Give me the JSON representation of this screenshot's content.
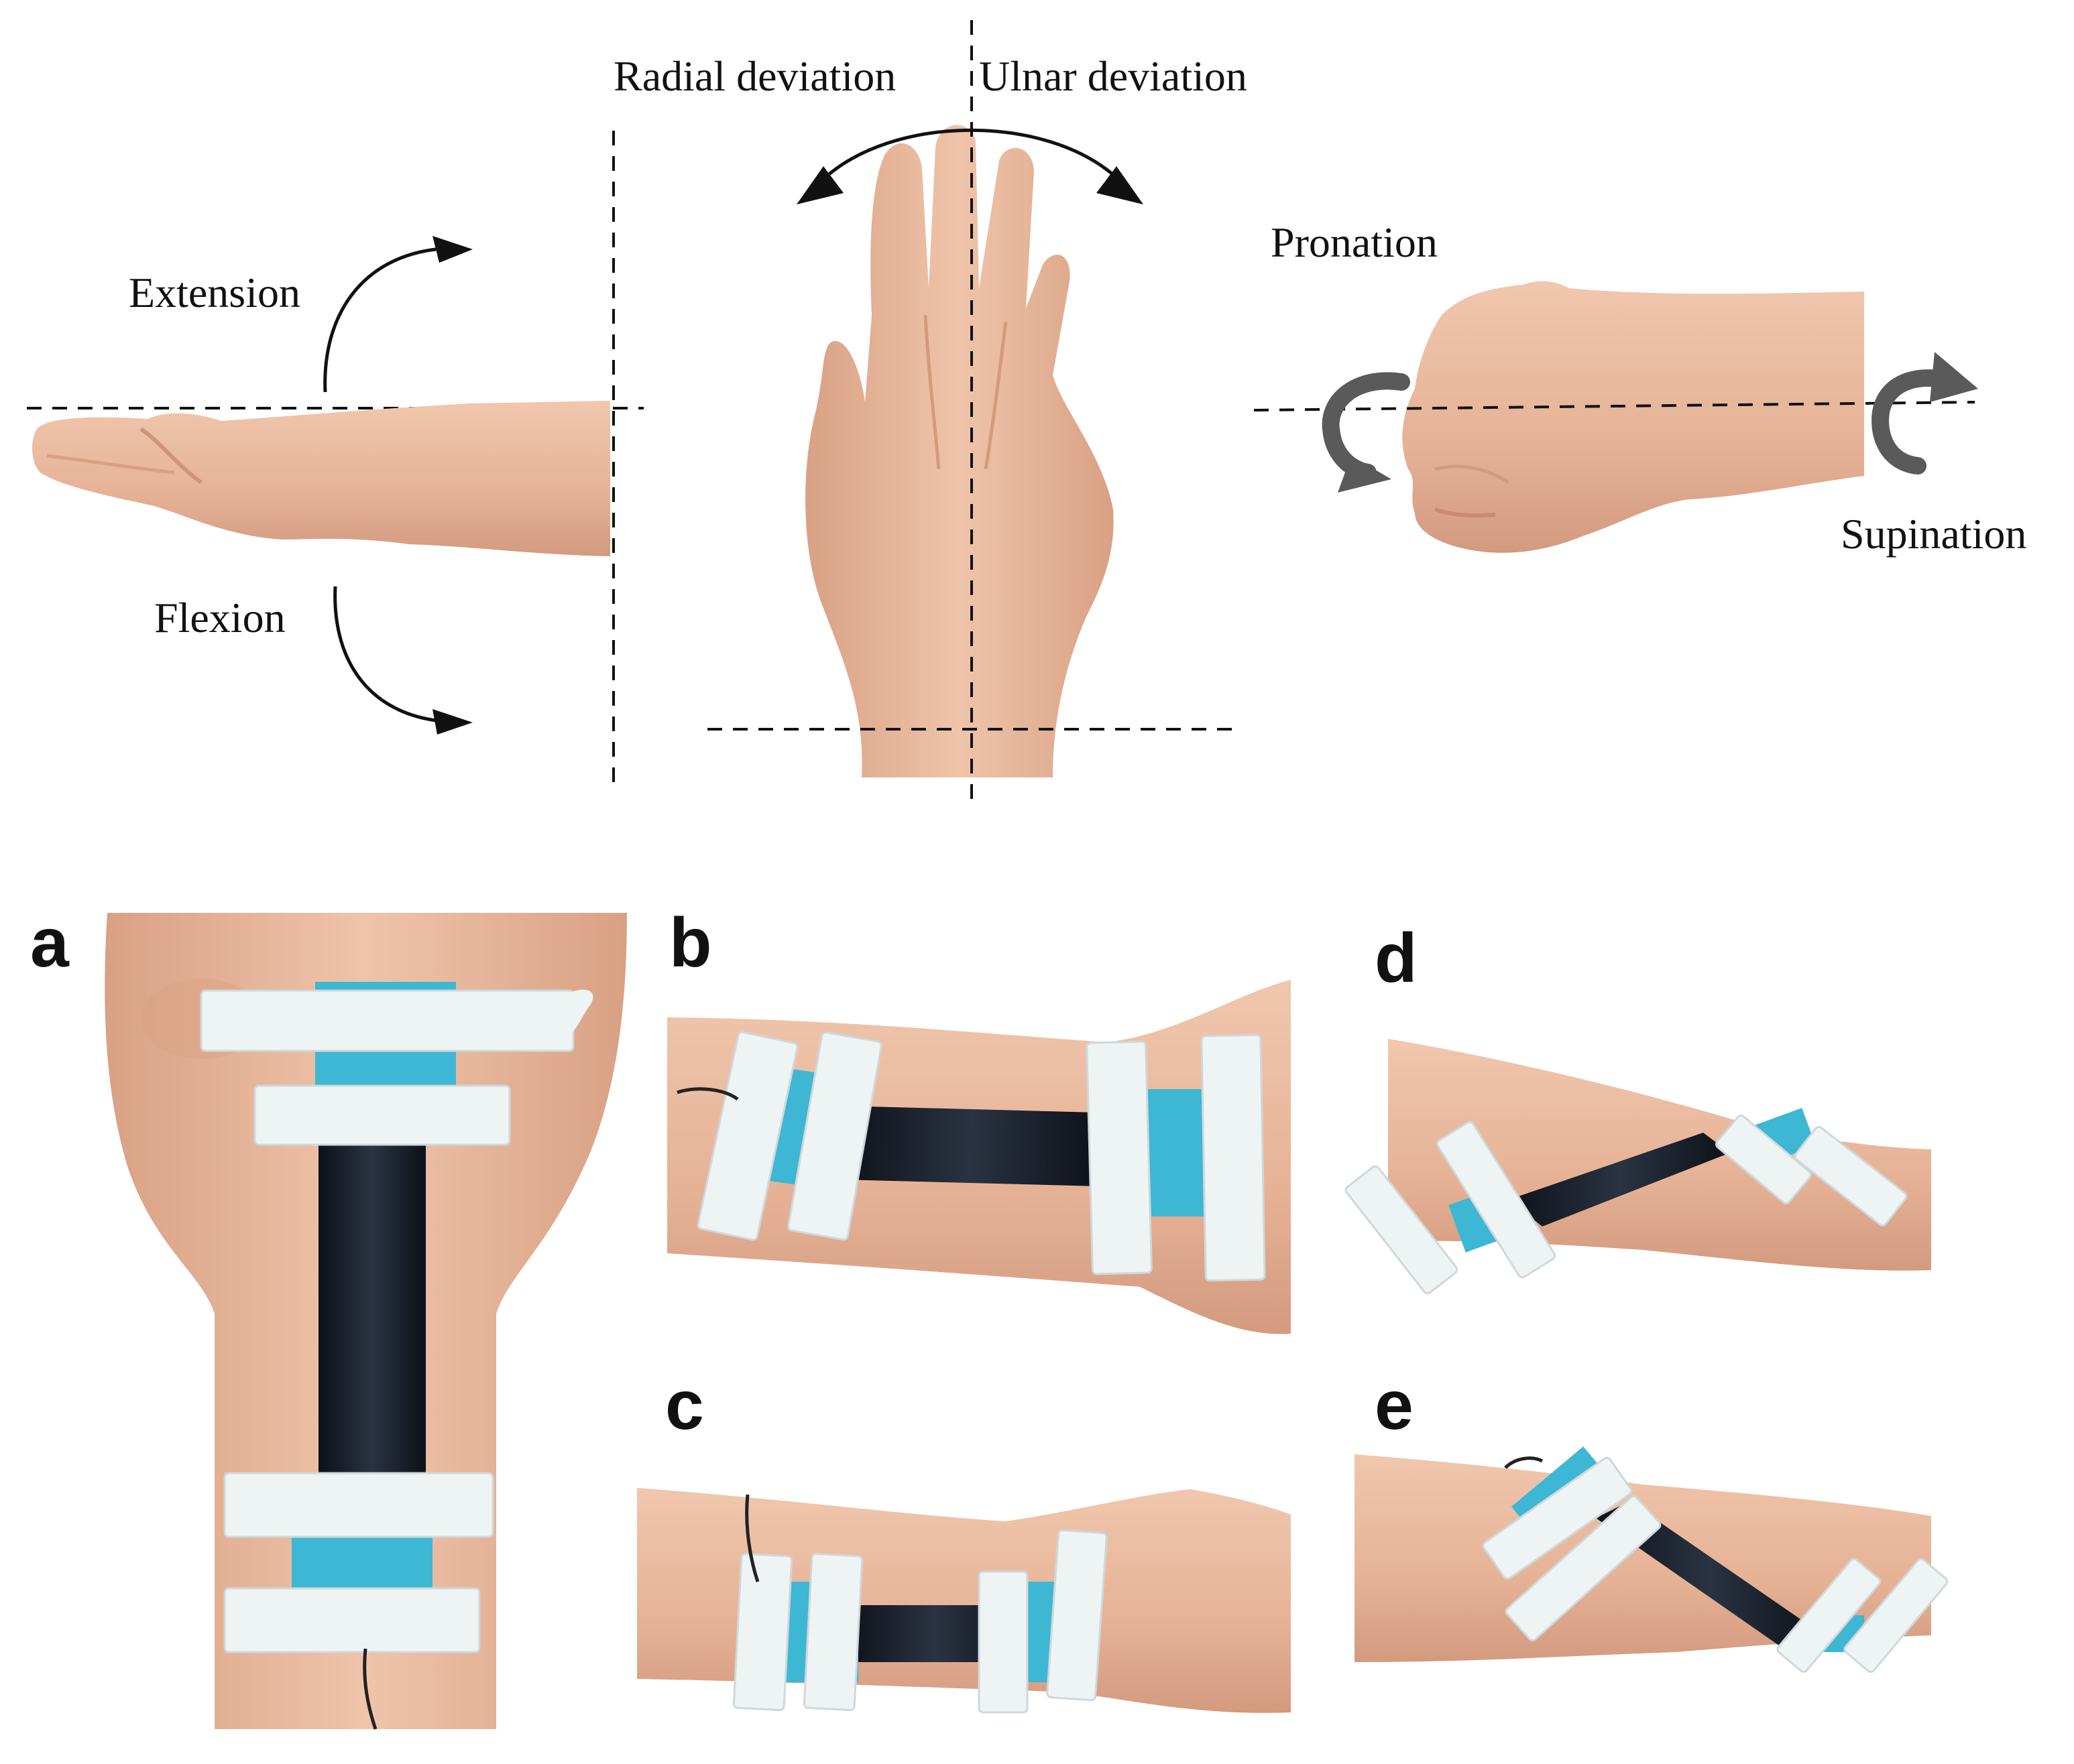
{
  "motion_labels": {
    "extension": "Extension",
    "flexion": "Flexion",
    "radial_deviation": "Radial deviation",
    "ulnar_deviation": "Ulnar deviation",
    "pronation": "Pronation",
    "supination": "Supination"
  },
  "panel_letters": {
    "a": "a",
    "b": "b",
    "c": "c",
    "d": "d",
    "e": "e"
  },
  "colors": {
    "skin": "#e8b79c",
    "skin_shadow": "#c98f74",
    "white_tape": "#eef3f4",
    "blue_tape": "#3db7d4",
    "sensor": "#131820",
    "arrow_gray": "#5a5a5a",
    "line": "#111111"
  }
}
